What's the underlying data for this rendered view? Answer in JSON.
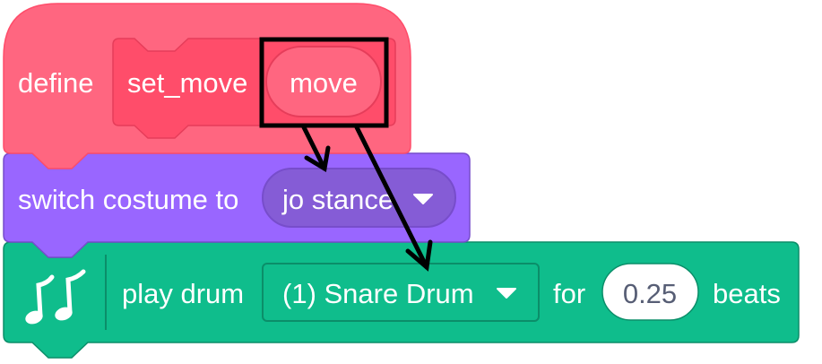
{
  "colors": {
    "define_fill": "#ff6680",
    "define_stroke": "#ff4d6a",
    "proc_fill": "#ff4d6a",
    "proc_stroke": "#e63d5a",
    "looks_fill": "#9966ff",
    "looks_stroke": "#774dcb",
    "looks_field": "#855cd6",
    "music_fill": "#0fbd8c",
    "music_stroke": "#0b8e69",
    "white": "#ffffff",
    "field_text": "#575e75",
    "highlight": "#000000"
  },
  "define_block": {
    "keyword": "define",
    "proc_name": "set_move",
    "param": "move"
  },
  "costume_block": {
    "label": "switch costume to",
    "menu_value": "jo stance",
    "menu_icon": "dropdown-arrow-icon"
  },
  "drum_block": {
    "icon": "music-notes-icon",
    "label": "play drum",
    "menu_value": "(1) Snare Drum",
    "menu_icon": "dropdown-arrow-icon",
    "for_label": "for",
    "beats_value": "0.25",
    "beats_label": "beats"
  }
}
